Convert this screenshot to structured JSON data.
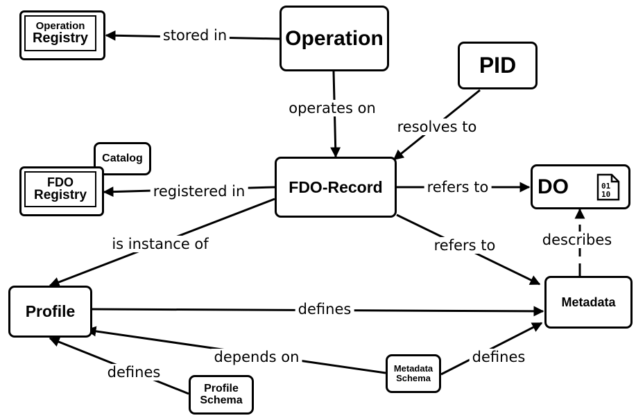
{
  "nodes": {
    "operation": "Operation",
    "pid": "PID",
    "fdo_record": "FDO-Record",
    "do": "DO",
    "profile": "Profile",
    "metadata": "Metadata",
    "catalog": "Catalog",
    "operation_registry": {
      "line1": "Operation",
      "line2": "Registry"
    },
    "fdo_registry": {
      "line1": "FDO",
      "line2": "Registry"
    },
    "metadata_schema": {
      "line1": "Metadata",
      "line2": "Schema"
    },
    "profile_schema": {
      "line1": "Profile",
      "line2": "Schema"
    }
  },
  "edges": {
    "stored_in": "stored in",
    "operates_on": "operates on",
    "resolves_to": "resolves to",
    "registered_in": "registered in",
    "refers_to_do": "refers to",
    "refers_to_metadata": "refers to",
    "describes": "describes",
    "is_instance_of": "is instance of",
    "profile_defines_metadata": "defines",
    "depends_on": "depends on",
    "schema_defines_metadata": "defines",
    "profile_schema_defines": "defines"
  },
  "icons": {
    "do_icon": "binary-file-icon"
  }
}
